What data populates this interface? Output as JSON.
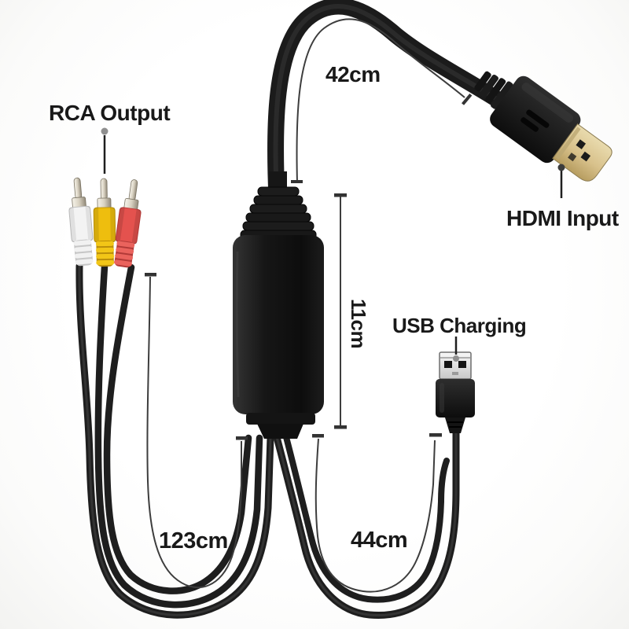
{
  "labels": {
    "rca_output": "RCA Output",
    "hdmi_input": "HDMI Input",
    "usb_charging": "USB Charging"
  },
  "measurements": {
    "hdmi_cable_length": "42cm",
    "converter_body_length": "11cm",
    "rca_cable_length": "123cm",
    "usb_cable_length": "44cm"
  },
  "components": [
    "rca-plug-white",
    "rca-plug-yellow",
    "rca-plug-red",
    "converter-box",
    "hdmi-connector",
    "usb-connector",
    "main-cable",
    "rca-cable-loop",
    "usb-cable-loop"
  ],
  "colors": {
    "cable_black": "#1d1d1d",
    "rca_white": "#f3f3f3",
    "rca_yellow": "#eebe0e",
    "rca_red": "#e4524e",
    "hdmi_gold": "#d8c18b",
    "usb_metal": "#e6e6e6",
    "annotation_text": "#191919",
    "measure_line": "#3d3d3d",
    "background": "#ffffff"
  }
}
